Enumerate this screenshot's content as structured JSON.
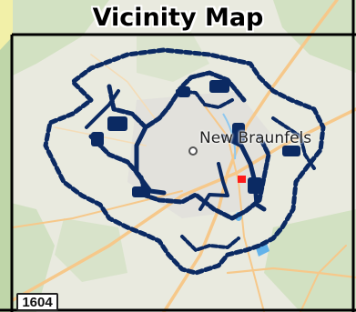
{
  "map": {
    "title": "Vicinity Map",
    "city_label": "New Braunfels",
    "highway_shield": "1604",
    "colors": {
      "background": "#e9eadf",
      "greenery": "#c9dcb8",
      "roads": "#f6c88a",
      "water": "#63b3ea",
      "route": "#0b2a63",
      "marker": "#ff1a1a",
      "frame": "#000000"
    },
    "icons": [
      "city-marker-icon",
      "site-marker-icon"
    ]
  }
}
